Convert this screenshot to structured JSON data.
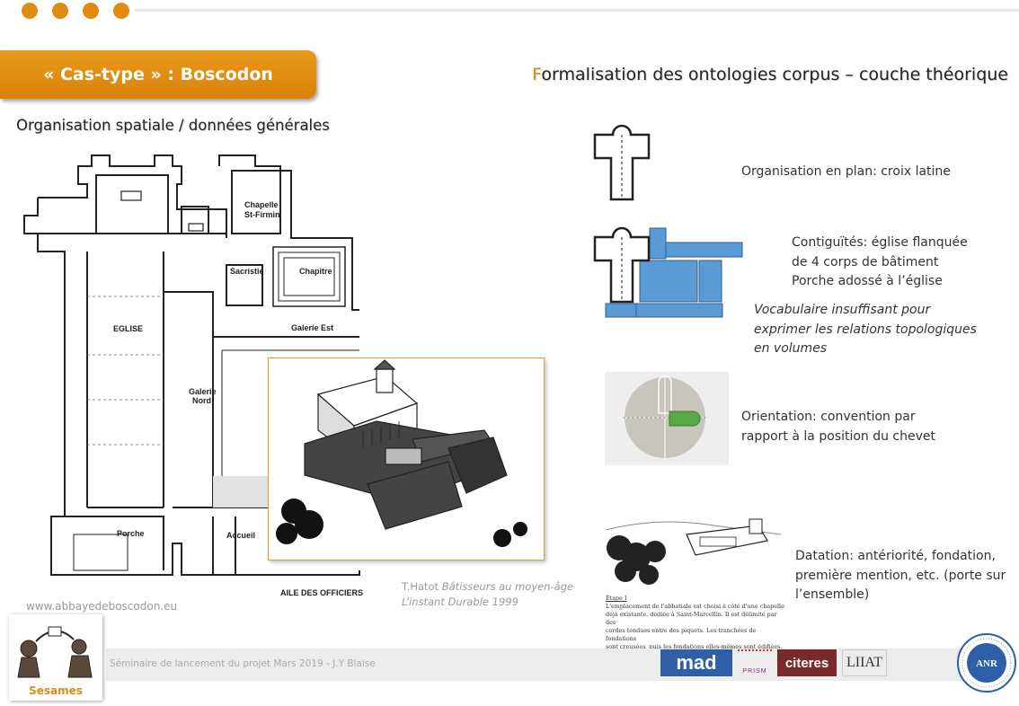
{
  "header": {
    "case_label": "« Cas-type » : Boscodon",
    "title_first_letter": "F",
    "title_rest": "ormalisation des ontologies corpus – couche théorique"
  },
  "left": {
    "subtitle": "Organisation  spatiale / données générales",
    "plan_labels": {
      "chapelle": "Chapelle",
      "st_firmin": "St-Firmin",
      "chapitre": "Chapitre",
      "sacristie": "Sacristie",
      "eglise": "EGLISE",
      "galerie_est": "Galerie Est",
      "galerie": "Galerie",
      "nord": "Nord",
      "porche": "Porche",
      "accueil": "Accueil",
      "aile": "AILE DES OFFICIERS"
    },
    "website": "www.abbayedeboscodon.eu"
  },
  "credit": {
    "author": "T.Hatot ",
    "book": "Bâtisseurs au moyen-âge",
    "publisher_year": "L’instant Durable 1999"
  },
  "items": {
    "plan_label": "Organisation en plan: croix latine",
    "contig_line1": "Contiguïtés: église flanquée",
    "contig_line2": "de 4 corps de bâtiment",
    "contig_line3": "Porche adossé à l’église",
    "vocab_line1": "Vocabulaire insuffisant pour",
    "vocab_line2": "exprimer les relations topologiques",
    "vocab_line3": "en volumes",
    "orient_line1": "Orientation: convention par",
    "orient_line2": "rapport à la position du chevet",
    "dat_line1": "Datation: antériorité, fondation,",
    "dat_line2": "première mention, etc. (porte sur",
    "dat_line3": "l’ensemble)"
  },
  "datation_excerpt": {
    "heading": "Étape I",
    "line1": "L'emplacement de l'abbatiale est choisi à côté d'une chapelle",
    "line2": "déjà existante, dédiée à Saint-Marcellin. Il est délimité par des",
    "line3": "cordes tendues entre des piquets. Les tranchées de fondations",
    "line4": "sont creusées, puis les fondations elles-mêmes sont édifiées."
  },
  "footer": {
    "seminar": "Séminaire de lancement du projet Mars 2019 - J.Y Blaise",
    "sesames": "Sesames",
    "partner1": "mad",
    "partner2": "PRISM",
    "partner3": "citeres",
    "partner4": "LIIAT",
    "anr": "ANR"
  },
  "colors": {
    "accent": "#e08a10",
    "volume_blue": "#5b9bd5",
    "grey_text": "#999999"
  }
}
